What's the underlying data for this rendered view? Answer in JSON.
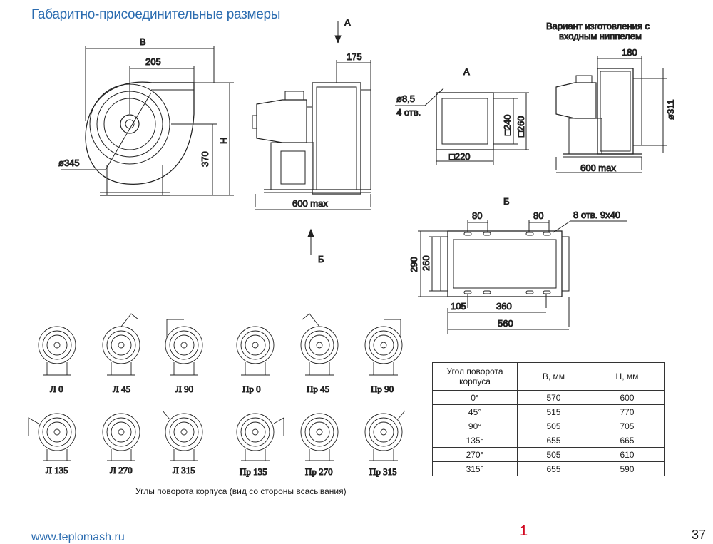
{
  "title": "Габаритно-присоединительные размеры",
  "front": {
    "B": "В",
    "d205": "205",
    "d345": "ø345",
    "d370": "370",
    "H": "Н"
  },
  "side": {
    "A": "А",
    "B": "Б",
    "d175": "175",
    "d600": "600 max"
  },
  "viewA": {
    "label": "А",
    "hole": "ø8,5",
    "holes": "4 отв.",
    "d240": "□240",
    "d260": "□260",
    "d220": "□220"
  },
  "variant": {
    "caption": [
      "Вариант изготовления с",
      "входным ниппелем"
    ],
    "d180": "180",
    "d311": "ø311",
    "d600": "600 max"
  },
  "viewB": {
    "label": "Б",
    "d80a": "80",
    "d80b": "80",
    "holes": "8 отв. 9x40",
    "d290": "290",
    "d260": "260",
    "d105": "105",
    "d360": "360",
    "d560": "560"
  },
  "rotations": {
    "row1": [
      "Л 0",
      "Л 45",
      "Л 90",
      "Пр 0",
      "Пр 45",
      "Пр 90"
    ],
    "row2": [
      "Л 135",
      "Л 270",
      "Л 315",
      "Пр 135",
      "Пр 270",
      "Пр 315"
    ],
    "caption": "Углы поворота корпуса (вид со стороны всасывания)"
  },
  "table": {
    "headers": [
      "Угол поворота корпуса",
      "В, мм",
      "Н, мм"
    ],
    "rows": [
      [
        "0°",
        "570",
        "600"
      ],
      [
        "45°",
        "515",
        "770"
      ],
      [
        "90°",
        "505",
        "705"
      ],
      [
        "135°",
        "655",
        "665"
      ],
      [
        "270°",
        "505",
        "610"
      ],
      [
        "315°",
        "655",
        "590"
      ]
    ]
  },
  "footer": {
    "url": "www.teplomash.ru",
    "mark": "1",
    "page": "37"
  }
}
